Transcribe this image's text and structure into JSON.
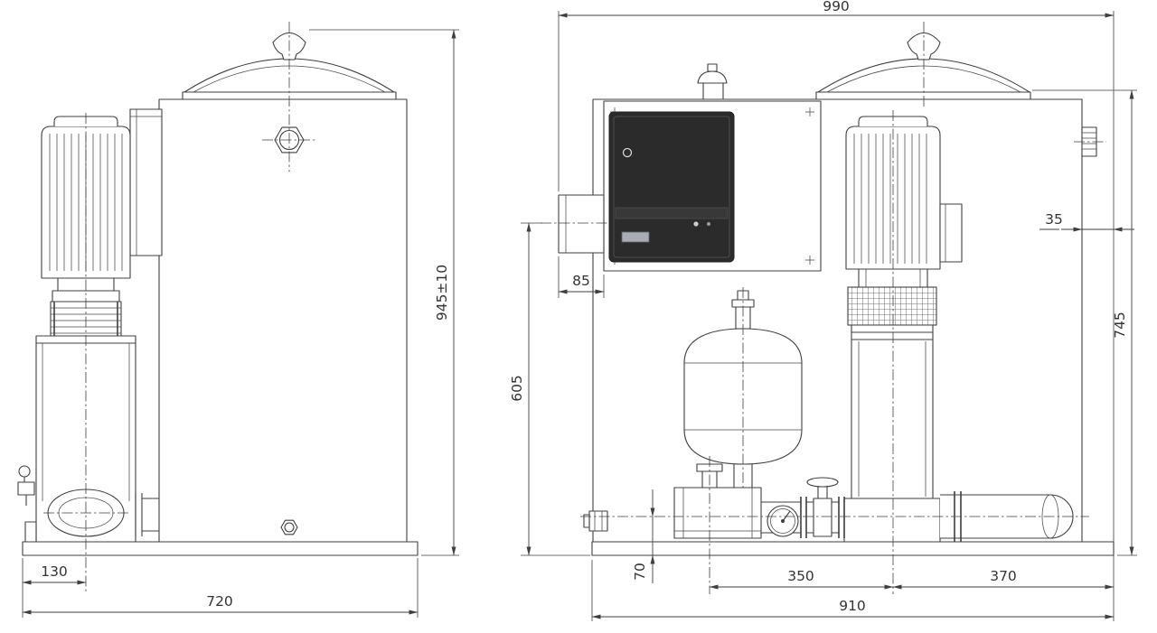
{
  "views": {
    "side": {
      "dims": {
        "d130": "130",
        "d720": "720",
        "d945": "945±10"
      }
    },
    "front": {
      "dims": {
        "d990": "990",
        "d85": "85",
        "d605": "605",
        "d35": "35",
        "d745": "745",
        "d70": "70",
        "d350": "350",
        "d370": "370",
        "d910": "910"
      }
    }
  },
  "colors": {
    "line": "#3f3f3f",
    "control_panel_dark": "#2b2b2b",
    "background": "#ffffff"
  }
}
